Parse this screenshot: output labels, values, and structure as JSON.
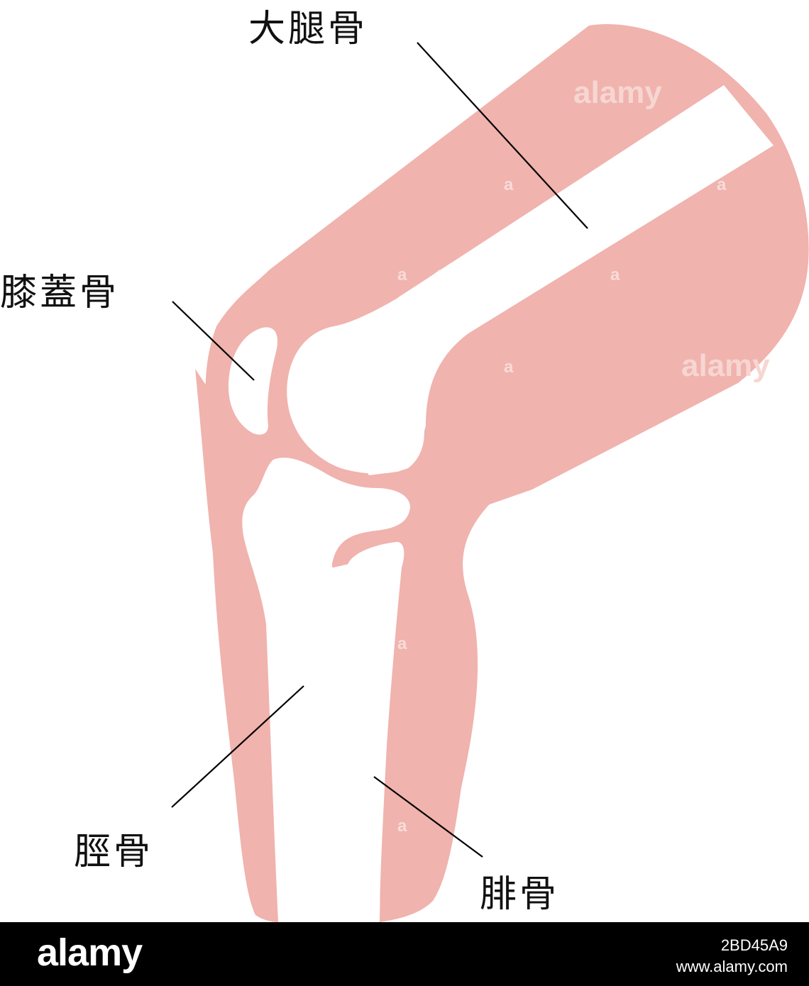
{
  "labels": {
    "femur": "大腿骨",
    "patella": "膝蓋骨",
    "tibia": "脛骨",
    "fibula": "腓骨"
  },
  "watermark": {
    "word": "alamy",
    "letter": "a"
  },
  "footer": {
    "logo": "alamy",
    "image_id": "2BD45A9",
    "url": "www.alamy.com"
  },
  "colors": {
    "tissue": "#f0b3ae",
    "bone": "#ffffff",
    "leader_line": "#000000",
    "footer_background": "#000000"
  }
}
